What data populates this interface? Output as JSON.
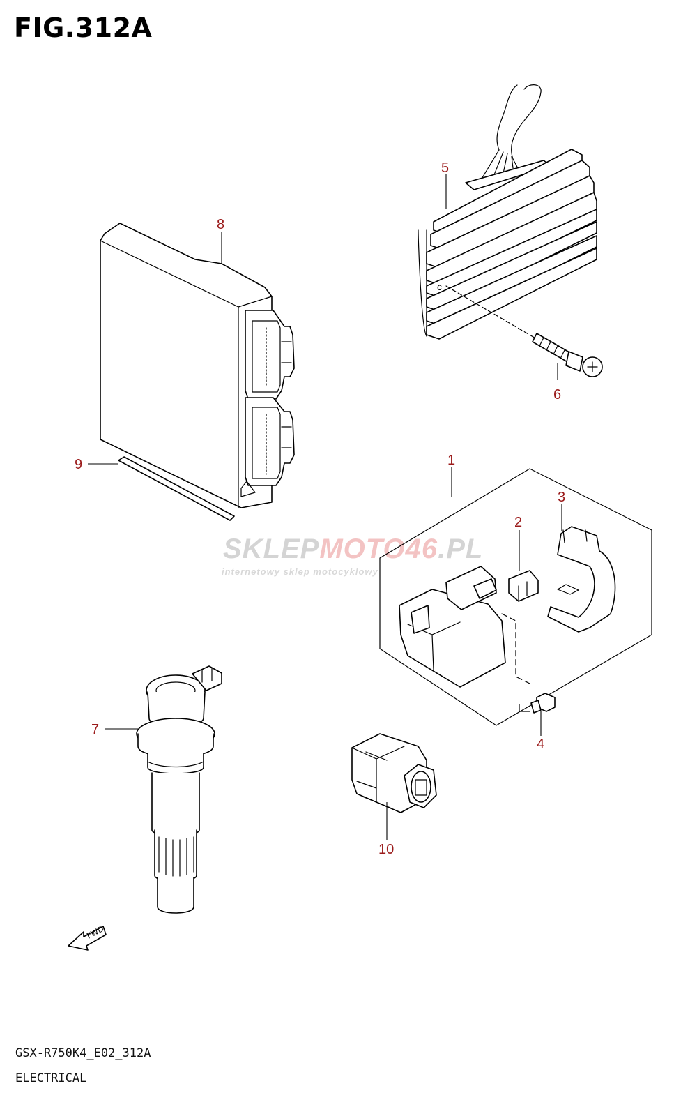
{
  "figure": {
    "title": "FIG.312A",
    "model_code": "GSX-R750K4_E02_312A",
    "section_name": "ELECTRICAL"
  },
  "watermark": {
    "brand_part1": "SKLEP",
    "brand_part2": "MOTO",
    "brand_part3": "46",
    "brand_part4": ".PL",
    "tagline": "internetowy sklep motocyklowy"
  },
  "fwd_label": "FWD",
  "callouts": {
    "p1": "1",
    "p2": "2",
    "p3": "3",
    "p4": "4",
    "p5": "5",
    "p6": "6",
    "p7": "7",
    "p8": "8",
    "p9": "9",
    "p10": "10"
  },
  "colors": {
    "callout": "#9b1b1b",
    "line": "#000000",
    "watermark_gray": "#d4d4d4",
    "watermark_red": "#f3c3c3"
  }
}
